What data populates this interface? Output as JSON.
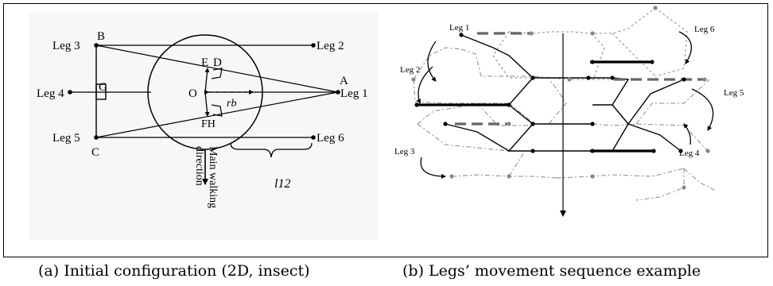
{
  "panel_a": {
    "points": {
      "B": "B",
      "C": "C",
      "A": "A",
      "E": "E",
      "D": "D",
      "O": "O",
      "G": "G",
      "FH": "FH"
    },
    "legs": {
      "leg1": "Leg 1",
      "leg2": "Leg 2",
      "leg3": "Leg 3",
      "leg4": "Leg 4",
      "leg5": "Leg 5",
      "leg6": "Leg 6"
    },
    "radius_label": "rb",
    "distance_label": "l12",
    "direction_label": [
      "Main walking",
      "direction"
    ]
  },
  "panel_b": {
    "legs": {
      "leg1": "Leg 1",
      "leg2": "Leg 2",
      "leg3": "Leg 3",
      "leg4": "Leg 4",
      "leg5": "Leg 5",
      "leg6": "Leg 6"
    }
  },
  "captions": {
    "a": "(a) Initial configuration (2D, insect)",
    "b": "(b) Legs’ movement sequence example"
  }
}
